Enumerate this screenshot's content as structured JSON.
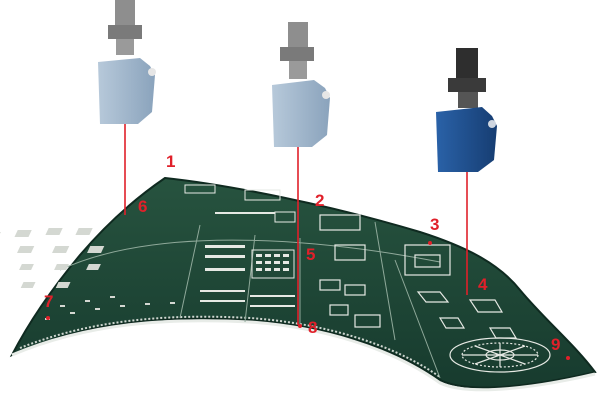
{
  "colors": {
    "board": "#1f4a3a",
    "board_edge": "#123026",
    "pad": "#d8dcd6",
    "laser_line": "#e0202a",
    "sensor_light": "#9fb6cc",
    "sensor_dark": "#1e4f8f",
    "mount": "#8c8c8c",
    "mount_dark": "#3a3a3a"
  },
  "labels": [
    {
      "id": "1",
      "text": "1"
    },
    {
      "id": "2",
      "text": "2"
    },
    {
      "id": "3",
      "text": "3"
    },
    {
      "id": "4",
      "text": "4"
    },
    {
      "id": "5",
      "text": "5"
    },
    {
      "id": "6",
      "text": "6"
    },
    {
      "id": "7",
      "text": "7"
    },
    {
      "id": "8",
      "text": "8"
    },
    {
      "id": "9",
      "text": "9"
    }
  ],
  "sensors": [
    {
      "name": "sensor-left",
      "style": "light"
    },
    {
      "name": "sensor-middle",
      "style": "light"
    },
    {
      "name": "sensor-right",
      "style": "dark"
    }
  ]
}
